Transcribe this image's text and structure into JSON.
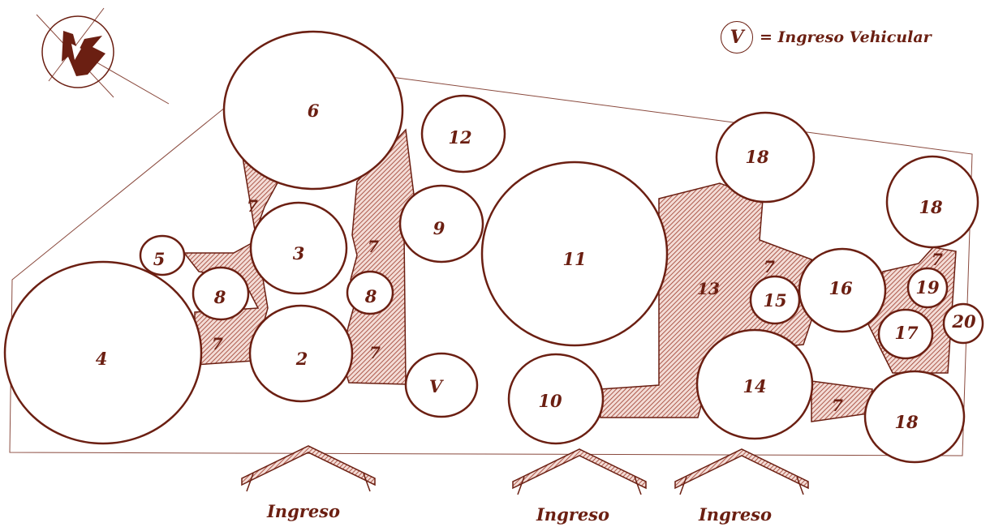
{
  "legend": {
    "symbol": "V",
    "text": "= Ingreso Vehicular"
  },
  "zones": [
    {
      "id": "z6",
      "label": "6"
    },
    {
      "id": "z12",
      "label": "12"
    },
    {
      "id": "z3",
      "label": "3"
    },
    {
      "id": "z9",
      "label": "9"
    },
    {
      "id": "z5",
      "label": "5"
    },
    {
      "id": "z8a",
      "label": "8"
    },
    {
      "id": "z8b",
      "label": "8"
    },
    {
      "id": "z4",
      "label": "4"
    },
    {
      "id": "z2",
      "label": "2"
    },
    {
      "id": "zv",
      "label": "V"
    },
    {
      "id": "z11",
      "label": "11"
    },
    {
      "id": "z10",
      "label": "10"
    },
    {
      "id": "z18a",
      "label": "18"
    },
    {
      "id": "z18b",
      "label": "18"
    },
    {
      "id": "z18c",
      "label": "18"
    },
    {
      "id": "z14",
      "label": "14"
    },
    {
      "id": "z15",
      "label": "15"
    },
    {
      "id": "z16",
      "label": "16"
    },
    {
      "id": "z19",
      "label": "19"
    },
    {
      "id": "z17",
      "label": "17"
    },
    {
      "id": "z20",
      "label": "20"
    }
  ],
  "circulation_labels": [
    {
      "id": "c7a",
      "label": "7"
    },
    {
      "id": "c7b",
      "label": "7"
    },
    {
      "id": "c7c",
      "label": "7"
    },
    {
      "id": "c7d",
      "label": "7"
    },
    {
      "id": "c7e",
      "label": "7"
    },
    {
      "id": "c7f",
      "label": "7"
    },
    {
      "id": "c7g",
      "label": "7"
    },
    {
      "id": "c13",
      "label": "13"
    }
  ],
  "entrances": [
    {
      "id": "e1",
      "label": "Ingreso"
    },
    {
      "id": "e2",
      "label": "Ingreso"
    },
    {
      "id": "e3",
      "label": "Ingreso"
    }
  ],
  "colors": {
    "line": "#6b1f12",
    "hatch": "#9c3a2a",
    "lot_boundary": "#8a4a3e",
    "background": "#ffffff"
  },
  "icons": {
    "north": "north-arrow-icon"
  }
}
